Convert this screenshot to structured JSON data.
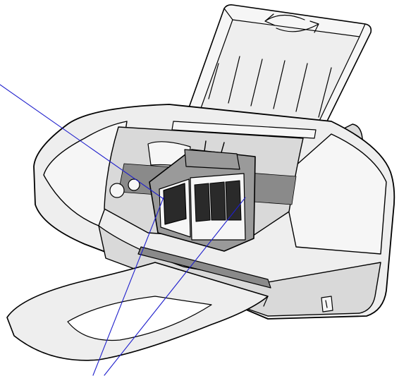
{
  "colors": {
    "outline": "#000000",
    "body_fill": "#eeeeee",
    "body_light": "#f6f6f6",
    "body_shade": "#d9d9d9",
    "interior_dark": "#8a8a8a",
    "cartridge_black": "#2a2a2a",
    "cartridge_gray": "#9a9a9a",
    "callout_line": "#1f1fcc"
  },
  "icons": {
    "cover": "printer-top-cover",
    "print_head": "print-head-cartridge-holder",
    "paper_tray": "paper-output-tray",
    "callouts": "callout-lines"
  }
}
